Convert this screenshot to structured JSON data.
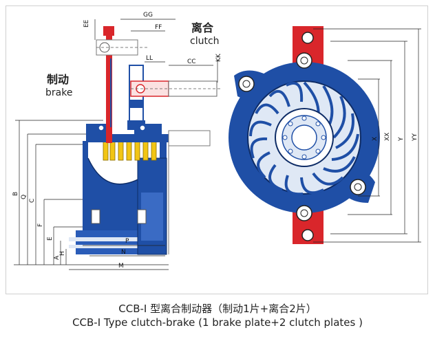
{
  "labels": {
    "clutch_zh": "离合",
    "clutch_en": "clutch",
    "brake_zh": "制动",
    "brake_en": "brake"
  },
  "caption": {
    "zh": "CCB-I 型离合制动器（制动1片+离合2片）",
    "en": "CCB-I Type clutch-brake (1 brake plate+2 clutch plates )"
  },
  "dimensions": {
    "EE": "EE",
    "GG": "GG",
    "FF": "FF",
    "LL": "LL",
    "CC": "CC",
    "KK": "KK",
    "B": "B",
    "Q": "Q",
    "C": "C",
    "F": "F",
    "E": "E",
    "A": "A",
    "H": "H",
    "P": "P",
    "N": "N",
    "M": "M",
    "X": "X",
    "XX": "XX",
    "Y": "Y",
    "YY": "YY"
  },
  "colors": {
    "blue": "#1f4fa6",
    "red": "#d9262b",
    "yellow": "#f2c514",
    "light": "#dfe8f5"
  }
}
